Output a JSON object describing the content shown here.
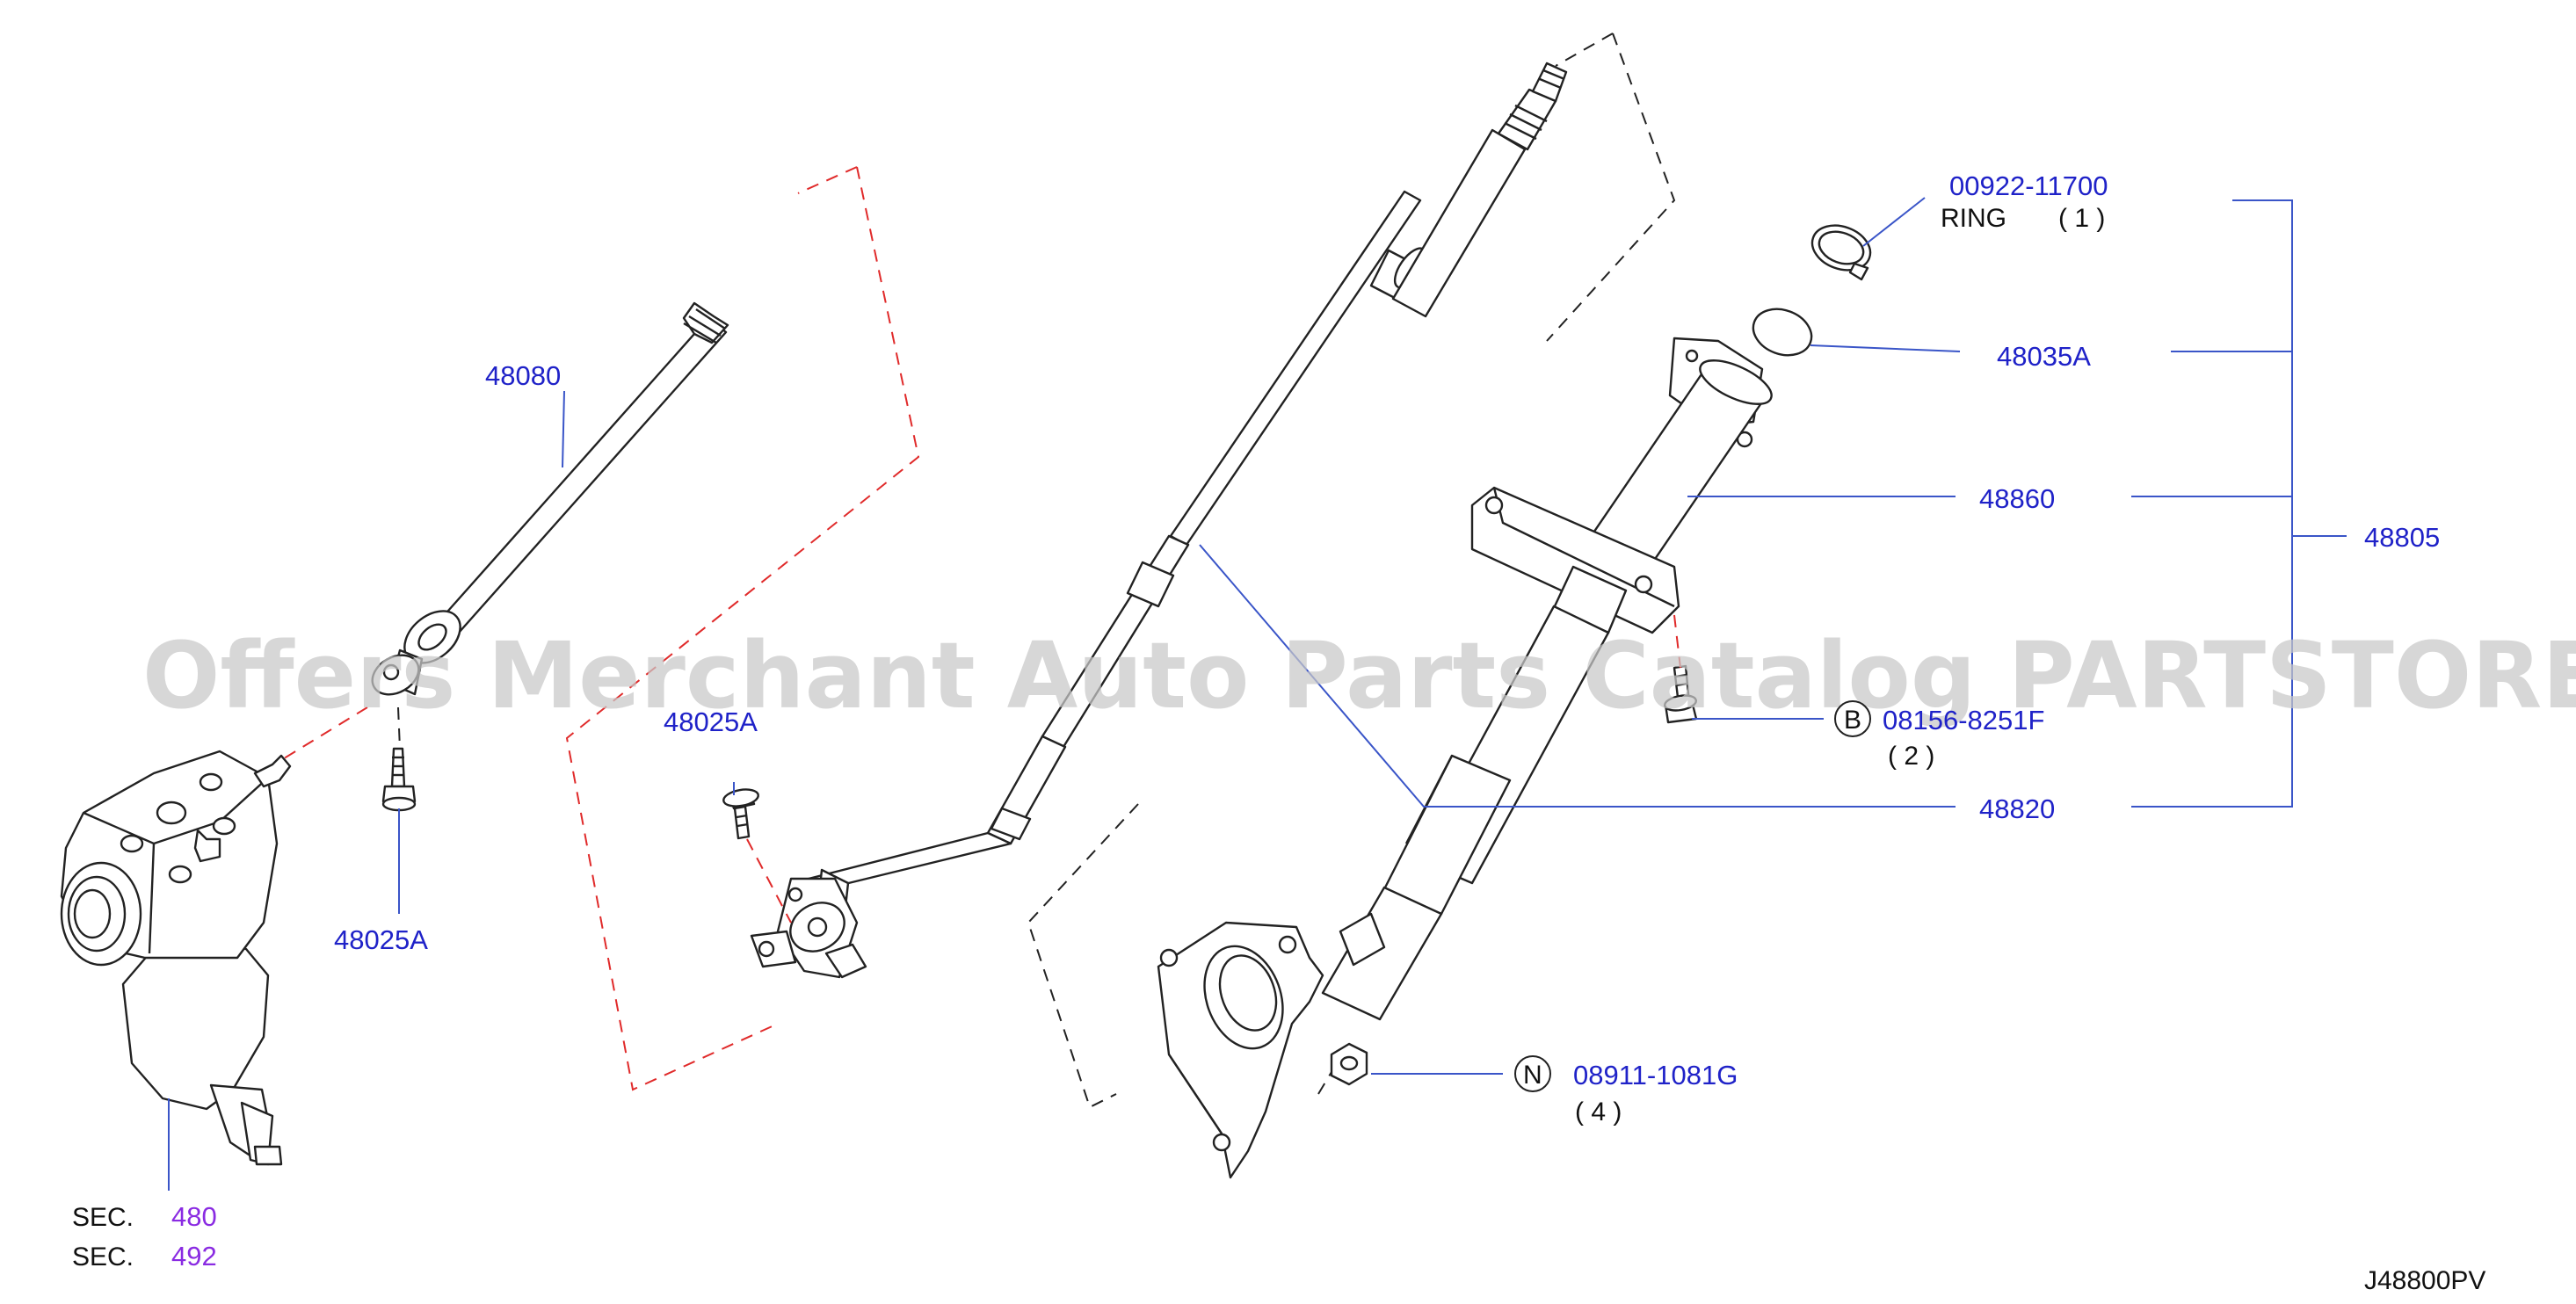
{
  "diagram": {
    "watermark": "Offers Merchant Auto Parts Catalog PARTSTORE.SA",
    "drawing_code": "J48800PV",
    "colors": {
      "part_number": "#1f22c8",
      "section_ref": "#8a2be2",
      "leader": "#3a55c8",
      "red_dash": "#e02a2a",
      "watermark": "#c9c9c9"
    },
    "labels": {
      "p48080": "48080",
      "p48025a_left": "48025A",
      "p48025a_mid": "48025A",
      "p00922": "00922-11700",
      "ring_name": "RING",
      "ring_qty": "( 1 )",
      "p48035a": "48035A",
      "p48860": "48860",
      "p48805": "48805",
      "p48820": "48820",
      "bolt_marker": "B",
      "p08156": "08156-8251F",
      "bolt_qty": "( 2 )",
      "nut_marker": "N",
      "p08911": "08911-1081G",
      "nut_qty": "( 4 )",
      "sec_word_1": "SEC.",
      "sec_num_1": "480",
      "sec_word_2": "SEC.",
      "sec_num_2": "492"
    }
  }
}
